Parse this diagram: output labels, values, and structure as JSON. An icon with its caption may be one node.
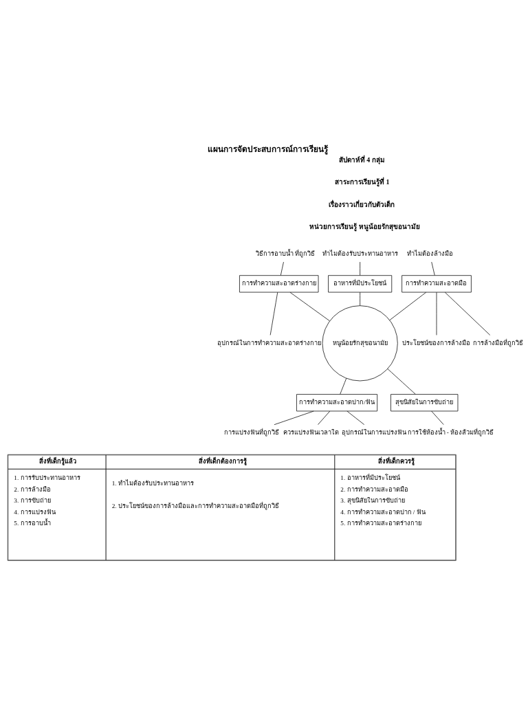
{
  "diagram": {
    "title": "แผนการจัดประสบการณ์การเรียนรู้",
    "nodes": [
      {
        "text": [
          "วิธีการอาบน้ำ ที่ถูกวิธี"
        ]
      },
      {
        "text": [
          "ทำไมต้องรับประทานอาหาร"
        ]
      },
      {
        "text": [
          "ทำไมต้องล้างมือ"
        ]
      },
      {
        "text": [
          "การทำความสะอาดร่างกาย"
        ]
      },
      {
        "text": [
          "อาหารที่มีประโยชน์"
        ]
      },
      {
        "text": [
          "การทำความสะอาดมือ"
        ]
      },
      {
        "text": [
          "อุปกรณ์ในการทำความสะอาดร่างกาย"
        ]
      },
      {
        "text": [
          "ประโยชน์ของการล้างมือ"
        ]
      },
      {
        "text": [
          "การล้างมือที่ถูกวิธี"
        ]
      },
      {
        "text": [
          "หนูน้อยรักสุขอนามัย"
        ]
      },
      {
        "text": [
          "การทำความสะอาดปาก/ฟัน"
        ]
      },
      {
        "text": [
          "สุขนิสัยในการขับถ่าย"
        ]
      },
      {
        "text": [
          "การแปรงฟันที่ถูกวิธี"
        ]
      },
      {
        "text": [
          "ควรแปรงฟันเวลาใด"
        ]
      },
      {
        "text": [
          "การใช้ห้องน้ำ - ห้องส้วมที่ถูกวิธี"
        ]
      },
      {
        "text": [
          "อุปกรณ์ในการแปรงฟัน"
        ]
      }
    ],
    "edges": [
      {
        "from": 0,
        "to": 3,
        "arrow": "none"
      },
      {
        "from": 1,
        "to": 4,
        "arrow": "none"
      },
      {
        "from": 2,
        "to": 5,
        "arrow": "none"
      },
      {
        "from": 3,
        "to": 9,
        "arrow": "none"
      },
      {
        "from": 4,
        "to": 9,
        "arrow": "none"
      },
      {
        "from": 5,
        "to": 9,
        "arrow": "none"
      },
      {
        "from": 3,
        "to": 6,
        "arrow": "none"
      },
      {
        "from": 5,
        "to": 7,
        "arrow": "none"
      },
      {
        "from": 5,
        "to": 8,
        "arrow": "none"
      },
      {
        "from": 9,
        "to": 10,
        "arrow": "none"
      },
      {
        "from": 9,
        "to": 11,
        "arrow": "none"
      },
      {
        "from": 10,
        "to": 12,
        "arrow": "none"
      },
      {
        "from": 10,
        "to": 15,
        "arrow": "none"
      },
      {
        "from": 10,
        "to": 13,
        "arrow": "none"
      },
      {
        "from": 11,
        "to": 14,
        "arrow": "none"
      }
    ],
    "labels": [
      "สัปดาห์ที่ 4 กลุ่ม",
      "สาระการเรียนรู้ที่ 1",
      "เรื่องราวเกี่ยวกับตัวเด็ก",
      "หน่วยการเรียนรู้ หนูน้อยรักสุขอนามัย",
      "สิ่งที่เด็กรู้แล้ว",
      "สิ่งที่เด็กต้องการรู้",
      "สิ่งที่เด็กควรรู้",
      "1. การรับประทานอาหาร",
      "1. ทำไมต้องรับประทานอาหาร",
      "1. อาหารที่มีประโยชน์",
      "2. การล้างมือ",
      "2. ประโยชน์ของการล้างมือและการทำความสะอาดมือที่ถูกวิธี",
      "2. การทำความสะอาดมือ",
      "3. การขับถ่าย",
      "3. สุขนิสัยในการขับถ่าย",
      "4. การแปรงฟัน",
      "4. การทำความสะอาดปาก / ฟัน",
      "5. การอาบน้ำ",
      "5. การทำความสะอาดร่างกาย"
    ]
  }
}
